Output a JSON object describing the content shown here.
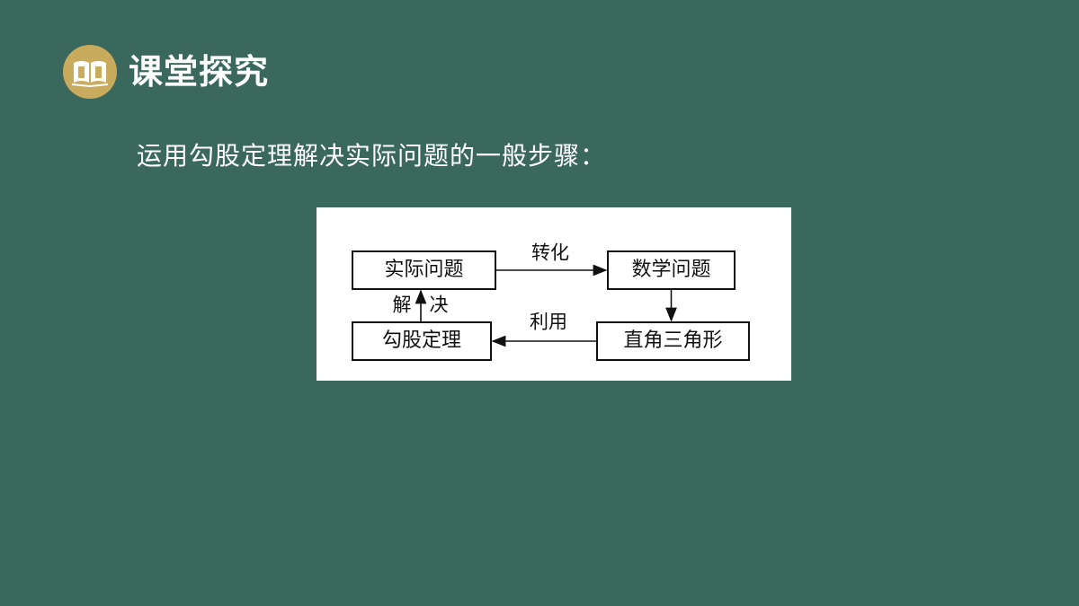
{
  "header": {
    "badge_icon": "open-book-icon",
    "title": "课堂探究"
  },
  "content": {
    "subtitle": "运用勾股定理解决实际问题的一般步骤："
  },
  "diagram": {
    "nodes": {
      "practical_problem": "实际问题",
      "math_problem": "数学问题",
      "right_triangle": "直角三角形",
      "pythagorean_theorem": "勾股定理"
    },
    "edges": {
      "transform": "转化",
      "use": "利用",
      "solve_left": "解",
      "solve_right": "决"
    }
  },
  "colors": {
    "background": "#3b685d",
    "badge": "#c9ab5e",
    "panel": "#ffffff",
    "ink": "#111111"
  }
}
